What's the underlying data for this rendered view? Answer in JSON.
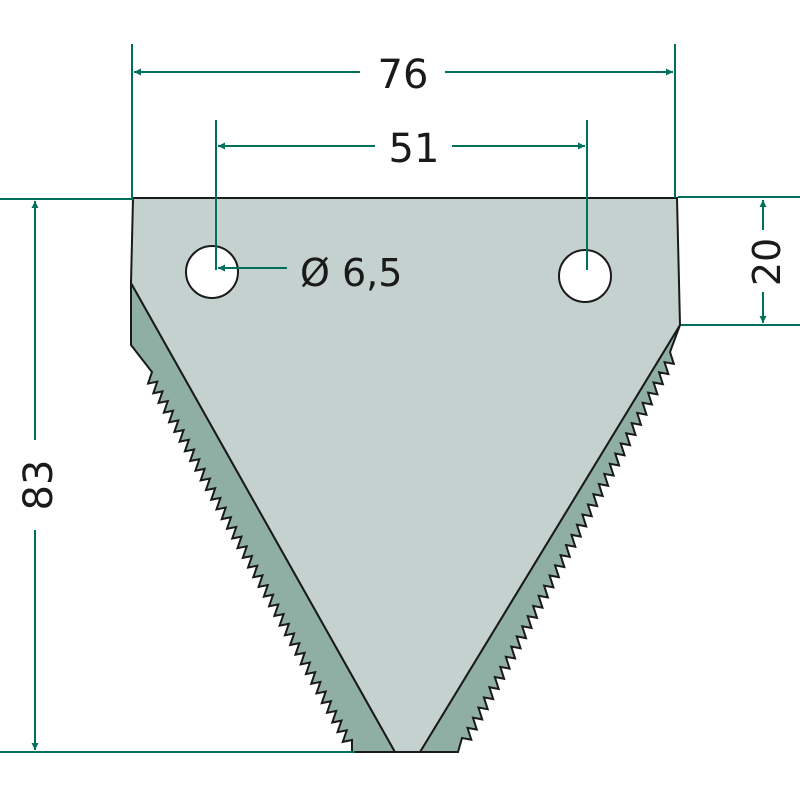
{
  "dimensions": {
    "overall_width": "76",
    "hole_spacing": "51",
    "hole_diameter": "Ø 6,5",
    "overall_height": "83",
    "shoulder_height": "20"
  },
  "colors": {
    "blade": "#c4d1ce",
    "bevel": "#8fafa5",
    "dimension": "#00705c",
    "outline": "#1a1a1a"
  }
}
